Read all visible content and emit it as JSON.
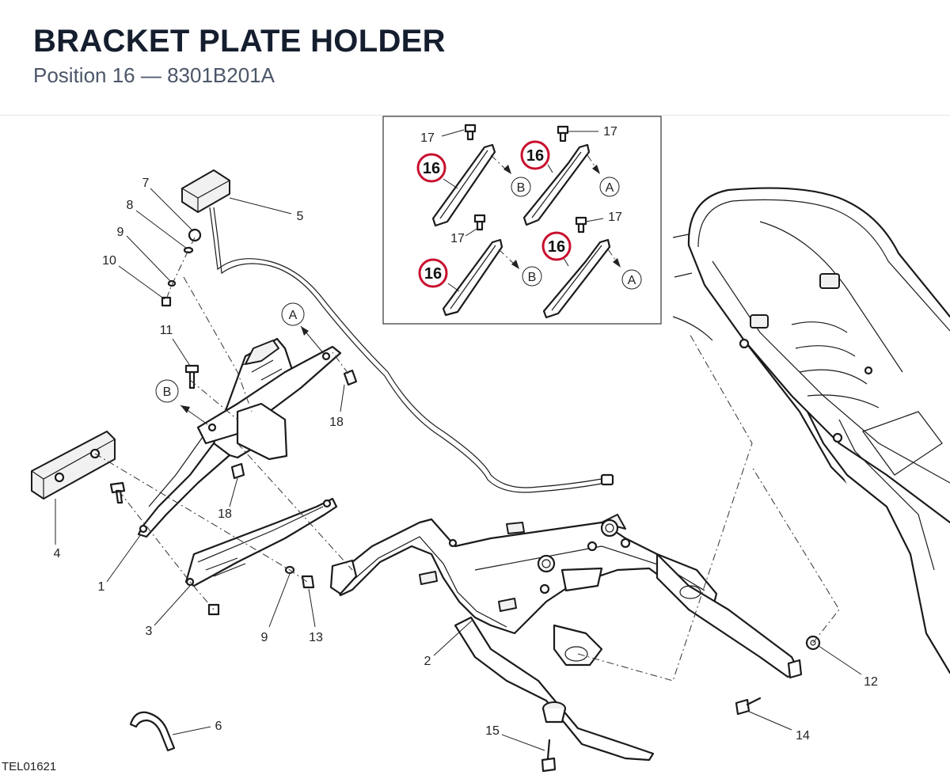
{
  "header": {
    "title": "BRACKET PLATE HOLDER",
    "subtitle": "Position 16 — 8301B201A"
  },
  "diagram": {
    "code": "TEL01621",
    "callouts": {
      "c1": "1",
      "c2": "2",
      "c3": "3",
      "c4": "4",
      "c5": "5",
      "c6": "6",
      "c7": "7",
      "c8": "8",
      "c9a": "9",
      "c9b": "9",
      "c10": "10",
      "c11": "11",
      "c12": "12",
      "c13": "13",
      "c14": "14",
      "c15": "15",
      "c18a": "18",
      "c18b": "18"
    },
    "view_markers": {
      "a": "A",
      "b": "B"
    },
    "inset": {
      "qty_label": "17",
      "highlight_label": "16",
      "marker_a": "A",
      "marker_b": "B"
    },
    "highlight_color": "#c8102e"
  }
}
